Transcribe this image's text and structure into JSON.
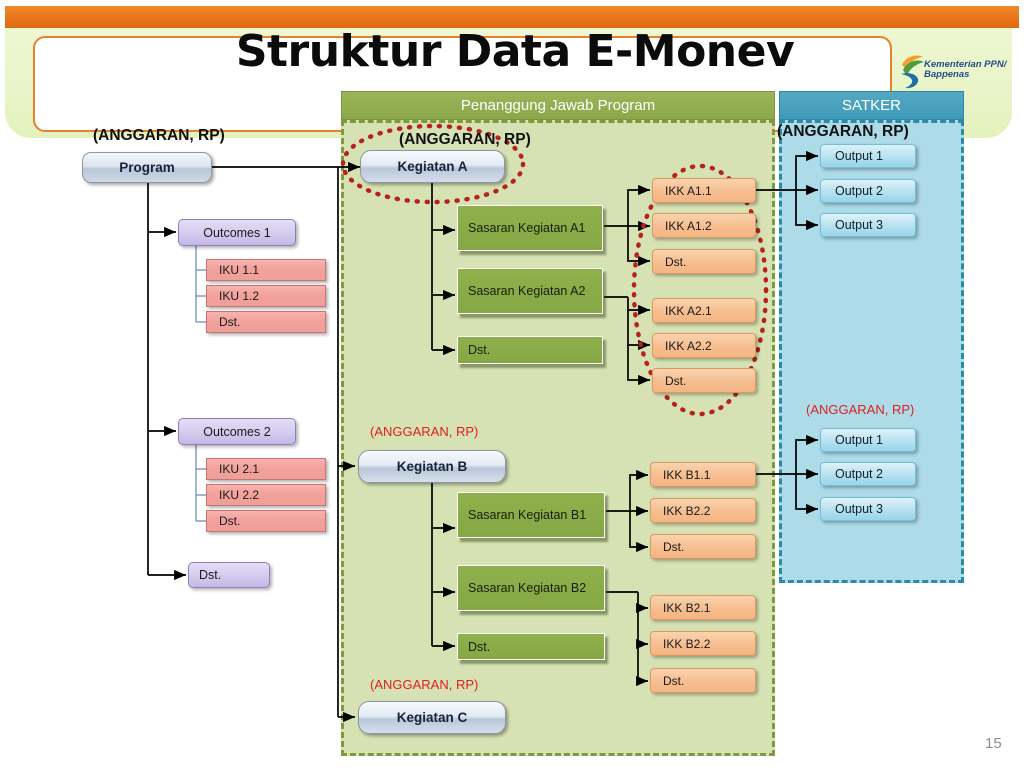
{
  "slide": {
    "title": "Struktur Data E-Monev",
    "page_number": "15",
    "logo_text": "Kementerian PPN/ Bappenas",
    "accent_orange": "#e8741a",
    "accent_green": "#8aa84a",
    "accent_blue": "#3f9bb8",
    "highlight_red": "#c0392b"
  },
  "labels": {
    "anggaran_black": "(ANGGARAN, RP)",
    "anggaran_red": "(ANGGARAN, RP)"
  },
  "left_column": {
    "anggaran_label": "(ANGGARAN, RP)",
    "program": "Program",
    "groups": [
      {
        "outcome": "Outcomes 1",
        "iku": [
          "IKU 1.1",
          "IKU 1.2",
          "Dst."
        ]
      },
      {
        "outcome": "Outcomes 2",
        "iku": [
          "IKU 2.1",
          "IKU 2.2",
          "Dst."
        ]
      }
    ],
    "dst": "Dst."
  },
  "program_panel": {
    "header": "Penanggung Jawab Program",
    "kegiatan_a": {
      "anggaran_label": "(ANGGARAN, RP)",
      "title": "Kegiatan A",
      "sasaran": [
        "Sasaran Kegiatan A1",
        "Sasaran Kegiatan A2",
        "Dst."
      ],
      "ikk_group_1": [
        "IKK A1.1",
        "IKK A1.2",
        "Dst."
      ],
      "ikk_group_2": [
        "IKK A2.1",
        "IKK A2.2",
        "Dst."
      ]
    },
    "kegiatan_b": {
      "anggaran_label": "(ANGGARAN, RP)",
      "title": "Kegiatan B",
      "sasaran": [
        "Sasaran Kegiatan B1",
        "Sasaran Kegiatan B2",
        "Dst."
      ],
      "ikk_group_1": [
        "IKK B1.1",
        "IKK B2.2",
        "Dst."
      ],
      "ikk_group_2": [
        "IKK B2.1",
        "IKK B2.2",
        "Dst."
      ]
    },
    "kegiatan_c": {
      "anggaran_label": "(ANGGARAN, RP)",
      "title": "Kegiatan C"
    }
  },
  "satker_panel": {
    "header": "SATKER",
    "anggaran_top": "(ANGGARAN, RP)",
    "outputs_top": [
      "Output 1",
      "Output 2",
      "Output 3"
    ],
    "anggaran_bottom": "(ANGGARAN, RP)",
    "outputs_bottom": [
      "Output 1",
      "Output 2",
      "Output 3"
    ]
  }
}
